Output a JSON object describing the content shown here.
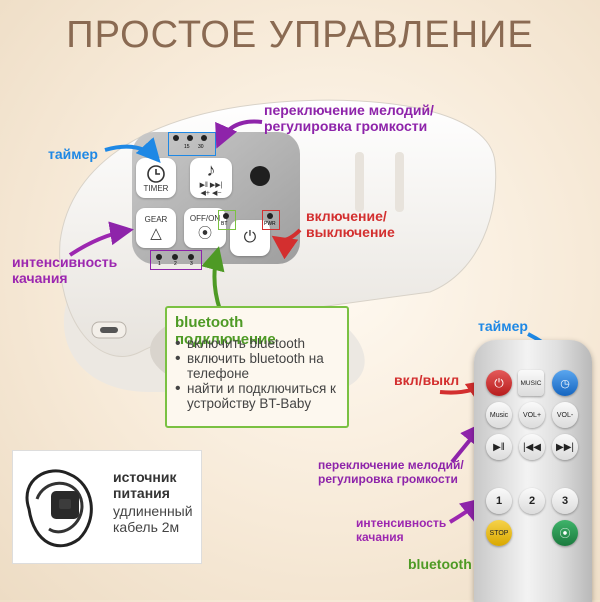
{
  "title": "ПРОСТОЕ УПРАВЛЕНИЕ",
  "device": {
    "callouts": {
      "timer": "таймер",
      "melody_line1": "переключение мелодий/",
      "melody_line2": "регулировка громкости",
      "power_line1": "включение/",
      "power_line2": "выключение",
      "swing_line1": "интенсивность",
      "swing_line2": "качания"
    },
    "buttons": {
      "timer": "TIMER",
      "gear": "GEAR",
      "offon": "OFF/ON",
      "pwr_led": "PWR",
      "bt_led": "BT",
      "timer_leds": [
        "15",
        "30"
      ],
      "gear_leds": [
        "1",
        "2",
        "3"
      ]
    },
    "colors": {
      "timer": "#1e88e5",
      "melody": "#8e24aa",
      "power": "#d32f2f",
      "swing": "#9c27b0",
      "bluetooth": "#4e9a25"
    }
  },
  "bluetooth": {
    "title": "bluetooth подключение",
    "items": [
      "включить bluetooth",
      "включить bluetooth на телефоне",
      "найти и подключиться к устройству BT-Baby"
    ]
  },
  "power_supply": {
    "title_line1": "источник",
    "title_line2": "питания",
    "desc_line1": "удлиненный",
    "desc_line2": "кабель 2м"
  },
  "remote": {
    "callouts": {
      "timer": "таймер",
      "power": "вкл/выкл",
      "melody_line1": "переключение мелодий/",
      "melody_line2": "регулировка громкости",
      "swing_line1": "интенсивность",
      "swing_line2": "качания",
      "bluetooth": "bluetooth"
    },
    "buttons": {
      "music_top": "MUSIC",
      "music": "Music",
      "vol_up": "VOL+",
      "vol_down": "VOL-",
      "num1": "1",
      "num2": "2",
      "num3": "3",
      "stop": "STOP"
    }
  }
}
